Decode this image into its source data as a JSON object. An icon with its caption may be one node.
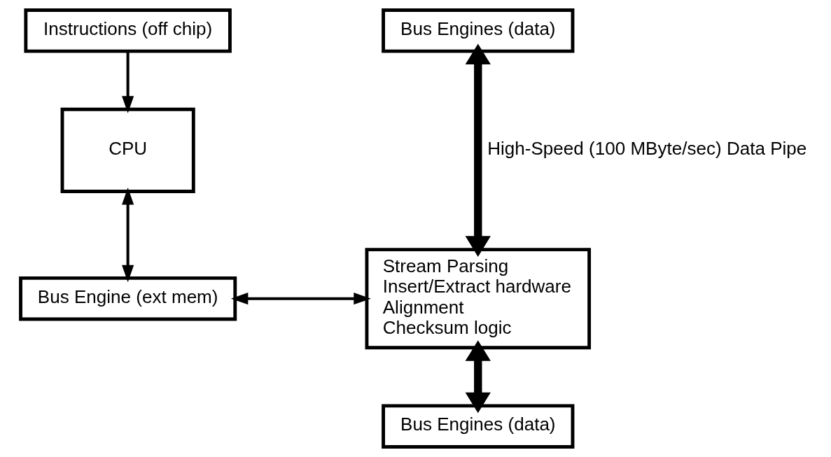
{
  "diagram": {
    "nodes": [
      {
        "text": [
          "Instructions (off chip)"
        ]
      },
      {
        "text": [
          "CPU"
        ]
      },
      {
        "text": [
          "Bus Engines (data)"
        ]
      },
      {
        "text": [
          "Stream Parsing",
          "Insert/Extract hardware",
          "Alignment",
          "Checksum logic"
        ]
      },
      {
        "text": [
          "Bus Engine (ext mem)"
        ]
      },
      {
        "text": [
          "Bus Engines (data)"
        ]
      }
    ],
    "edges": [
      {
        "from": 0,
        "to": 1,
        "arrow": "to"
      },
      {
        "from": 1,
        "to": 4,
        "arrow": "both"
      },
      {
        "from": 4,
        "to": 3,
        "arrow": "both"
      },
      {
        "from": 2,
        "to": 3,
        "arrow": "both",
        "style": "thick",
        "label": "High-Speed (100 MByte/sec) Data Pipe"
      },
      {
        "from": 3,
        "to": 5,
        "arrow": "both",
        "style": "thick"
      }
    ]
  }
}
